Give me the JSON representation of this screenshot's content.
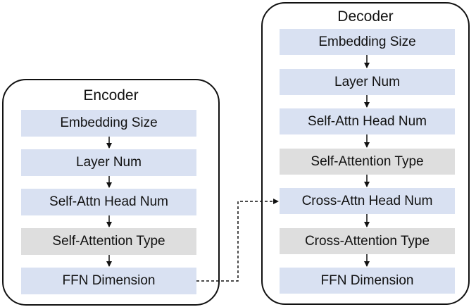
{
  "encoder": {
    "title": "Encoder",
    "blocks": [
      {
        "label": "Embedding Size",
        "kind": "hyperparameter"
      },
      {
        "label": "Layer Num",
        "kind": "hyperparameter"
      },
      {
        "label": "Self-Attn Head Num",
        "kind": "hyperparameter"
      },
      {
        "label": "Self-Attention Type",
        "kind": "attention-type"
      },
      {
        "label": "FFN Dimension",
        "kind": "hyperparameter"
      }
    ]
  },
  "decoder": {
    "title": "Decoder",
    "blocks": [
      {
        "label": "Embedding Size",
        "kind": "hyperparameter"
      },
      {
        "label": "Layer Num",
        "kind": "hyperparameter"
      },
      {
        "label": "Self-Attn Head Num",
        "kind": "hyperparameter"
      },
      {
        "label": "Self-Attention Type",
        "kind": "attention-type"
      },
      {
        "label": "Cross-Attn Head Num",
        "kind": "hyperparameter"
      },
      {
        "label": "Cross-Attention Type",
        "kind": "attention-type"
      },
      {
        "label": "FFN Dimension",
        "kind": "hyperparameter"
      }
    ]
  },
  "colors": {
    "hyperparameter_fill": "#d9e1f2",
    "attention_type_fill": "#dedede",
    "outline": "#111111"
  },
  "connection": {
    "from": "encoder.blocks.4",
    "to": "decoder.blocks.4",
    "style": "dashed"
  }
}
